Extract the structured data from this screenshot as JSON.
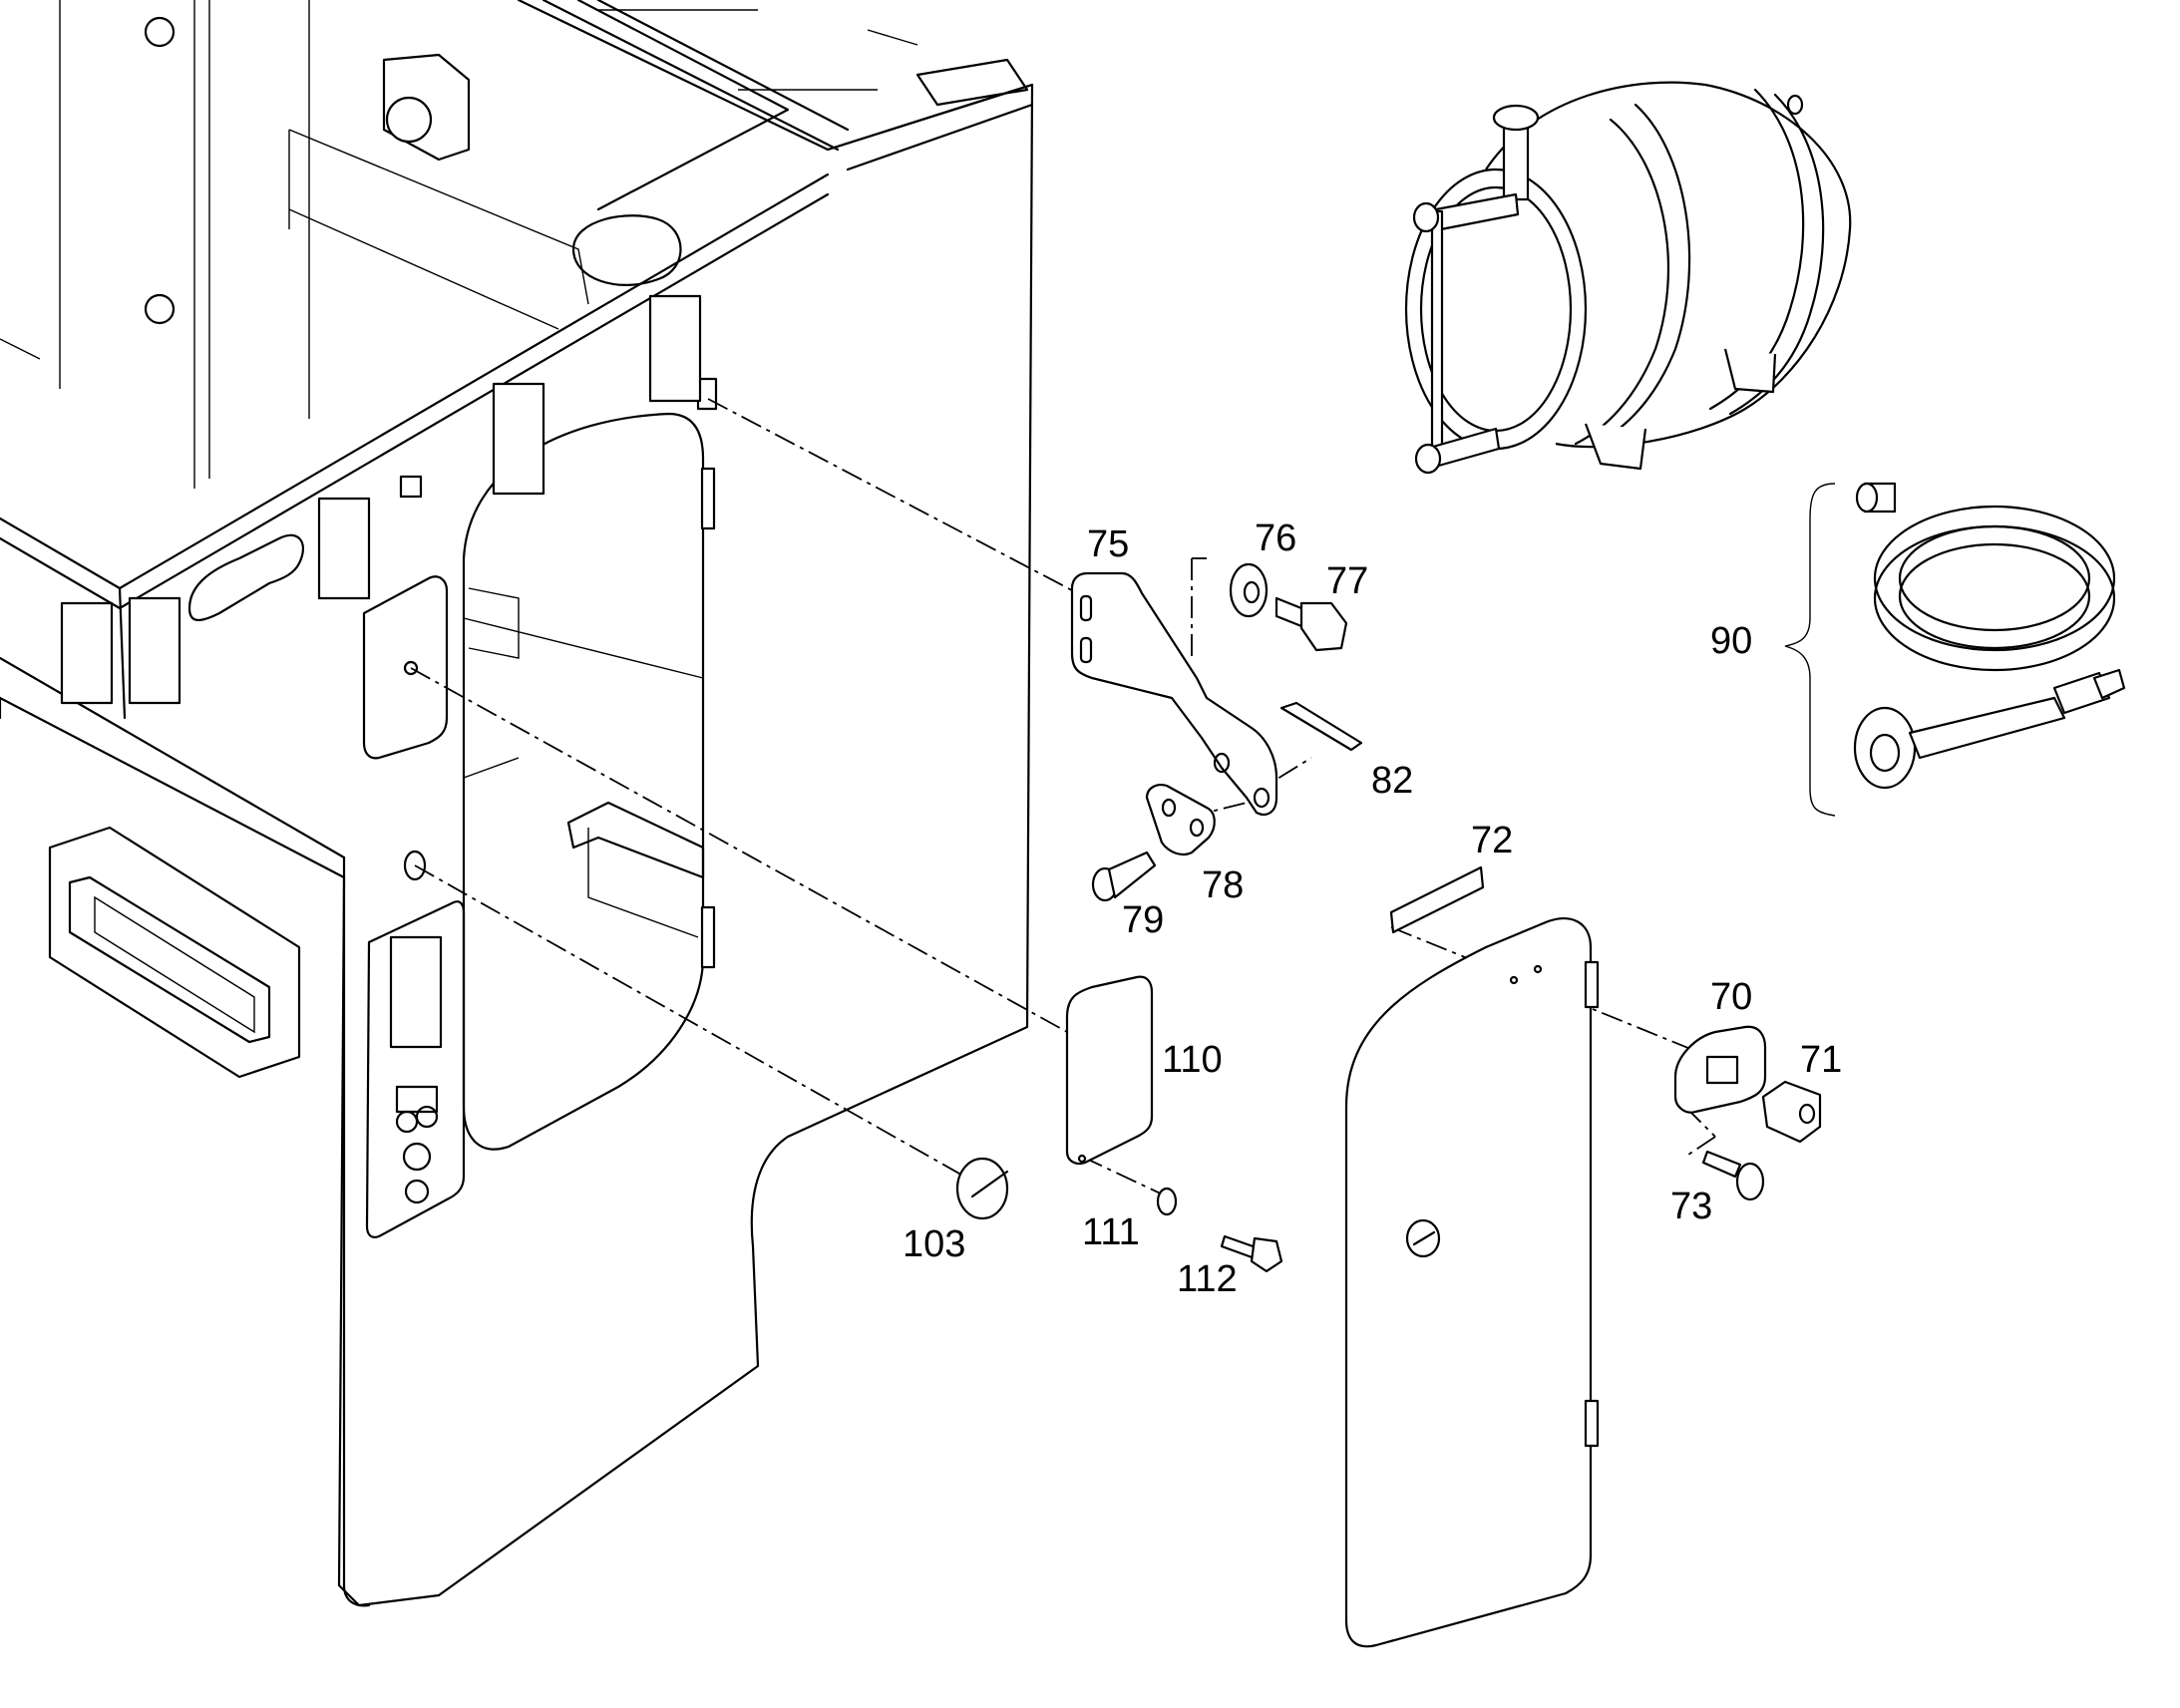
{
  "diagram": {
    "labels": [
      {
        "id": "75",
        "text": "75"
      },
      {
        "id": "76",
        "text": "76"
      },
      {
        "id": "77",
        "text": "77"
      },
      {
        "id": "82",
        "text": "82"
      },
      {
        "id": "78",
        "text": "78"
      },
      {
        "id": "79",
        "text": "79"
      },
      {
        "id": "90",
        "text": "90"
      },
      {
        "id": "72",
        "text": "72"
      },
      {
        "id": "70",
        "text": "70"
      },
      {
        "id": "71",
        "text": "71"
      },
      {
        "id": "73",
        "text": "73"
      },
      {
        "id": "110",
        "text": "110"
      },
      {
        "id": "111",
        "text": "111"
      },
      {
        "id": "112",
        "text": "112"
      },
      {
        "id": "103",
        "text": "103"
      }
    ]
  }
}
